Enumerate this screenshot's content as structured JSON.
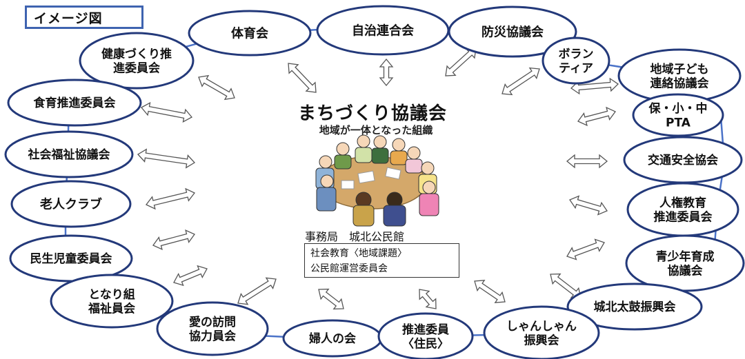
{
  "tag_label": "イメージ図",
  "center": {
    "title": "まちづくり協議会",
    "subtitle": "地域が一体となった組織",
    "office": "事務局　城北公民館",
    "box_lines": [
      "社会教育〈地域課題〉",
      "公民館運営委員会"
    ]
  },
  "nodes": [
    {
      "id": "taiikukai",
      "lines": [
        "体育会"
      ]
    },
    {
      "id": "jichi",
      "lines": [
        "自治連合会"
      ]
    },
    {
      "id": "bousai",
      "lines": [
        "防災協議会"
      ]
    },
    {
      "id": "kenkou",
      "lines": [
        "健康づくり推",
        "進委員会"
      ]
    },
    {
      "id": "volunteer",
      "lines": [
        "ボラン",
        "ティア"
      ]
    },
    {
      "id": "chiiki-kodomo",
      "lines": [
        "地域子ども",
        "連絡協議会"
      ]
    },
    {
      "id": "shokuiku",
      "lines": [
        "食育推進委員会"
      ]
    },
    {
      "id": "pta",
      "lines": [
        "保・小・中",
        "PTA"
      ]
    },
    {
      "id": "shakai-fukushi",
      "lines": [
        "社会福祉協議会"
      ]
    },
    {
      "id": "koutsuu",
      "lines": [
        "交通安全協会"
      ]
    },
    {
      "id": "roujin",
      "lines": [
        "老人クラブ"
      ]
    },
    {
      "id": "jinken",
      "lines": [
        "人権教育",
        "推進委員会"
      ]
    },
    {
      "id": "minsei",
      "lines": [
        "民生児童委員会"
      ]
    },
    {
      "id": "seishounen",
      "lines": [
        "青少年育成",
        "協議会"
      ]
    },
    {
      "id": "tonarigumi",
      "lines": [
        "となり組",
        "福祉員会"
      ]
    },
    {
      "id": "johoku-taiko",
      "lines": [
        "城北太鼓振興会"
      ]
    },
    {
      "id": "ai-houmon",
      "lines": [
        "愛の訪問",
        "協力員会"
      ]
    },
    {
      "id": "fujinkai",
      "lines": [
        "婦人の会"
      ]
    },
    {
      "id": "suishin",
      "lines": [
        "推進委員",
        "〈住民〉"
      ]
    },
    {
      "id": "shanshan",
      "lines": [
        "しゃんしゃん",
        "振興会"
      ]
    }
  ],
  "colors": {
    "ellipse_border": "#23397A",
    "ring_line": "#4A72C8",
    "tag_border": "#3E63B0",
    "table": "#D4A86A"
  }
}
